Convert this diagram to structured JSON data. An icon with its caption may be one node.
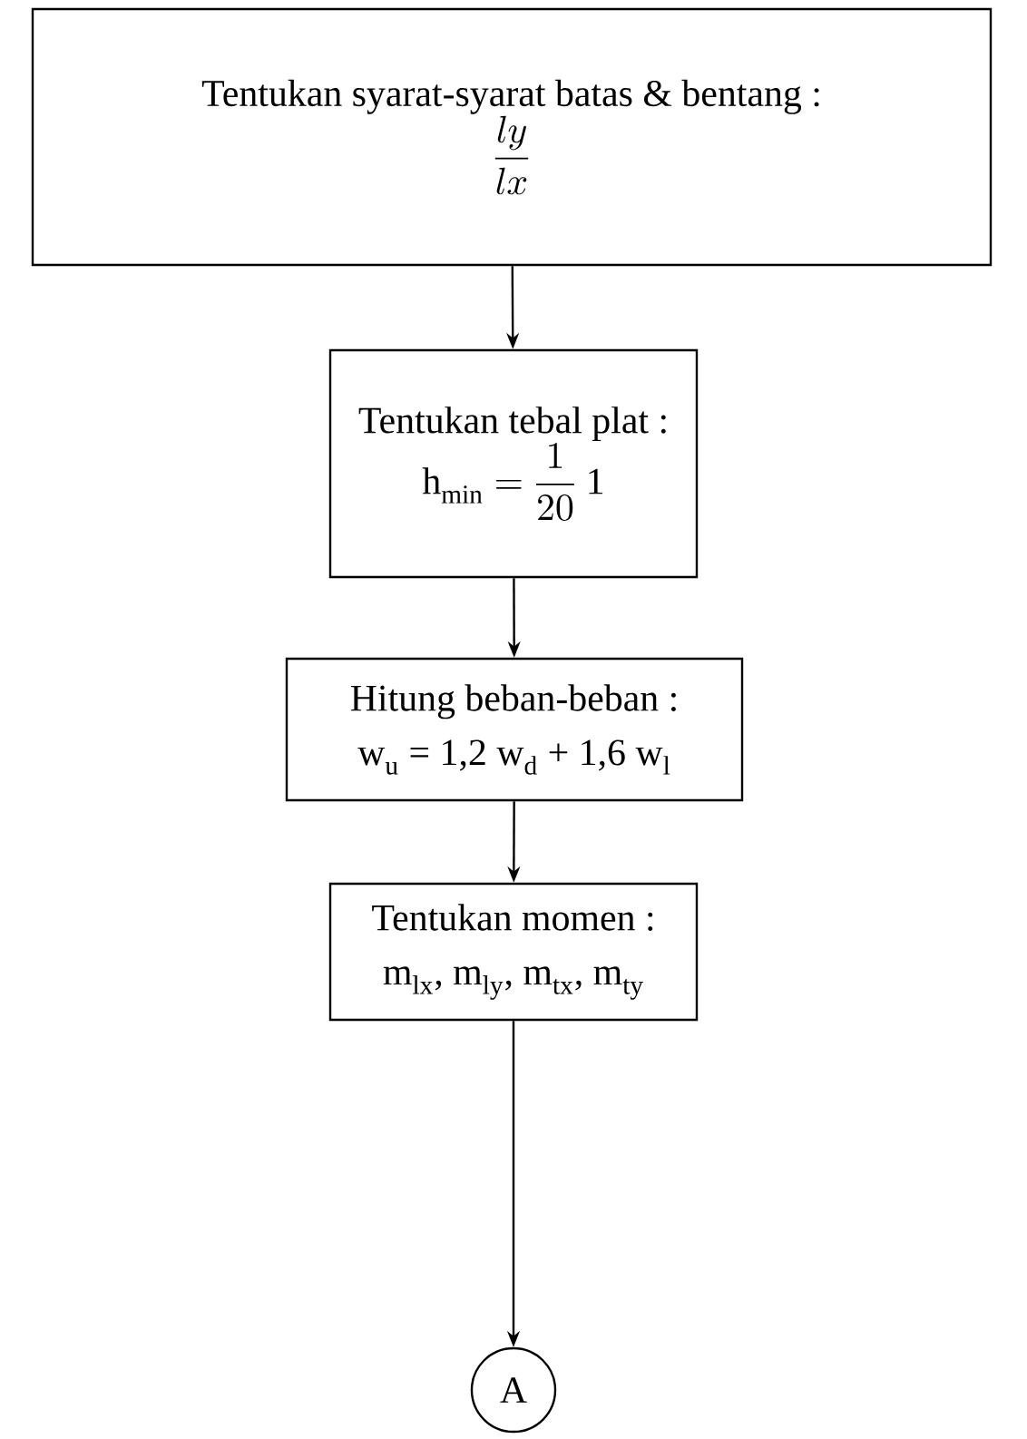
{
  "diagram": {
    "nodes": [
      {
        "text": [
          "Tentukan syarat-syarat  batas & bentang :",
          "\\frac{ly}{lx}"
        ]
      },
      {
        "text": [
          "Tentukan tebal plat :",
          "\\mathrm{h}_{\\mathrm{min}} = \\frac{1}{20}\\ \\mathrm{1}"
        ]
      },
      {
        "text": [
          "Hitung beban-beban :",
          "w$_{u}$ = 1,2 w$_{d}$ + 1,6 w$_{l}$"
        ]
      },
      {
        "text": [
          "Tentukan momen :",
          "m$_{lx}$, m$_{ly}$, m$_{tx}$, m$_{ty}$"
        ]
      },
      {
        "text": [
          "A"
        ]
      }
    ],
    "edges": [
      {
        "from": 0,
        "to": 1,
        "arrow": "to"
      },
      {
        "from": 1,
        "to": 2,
        "arrow": "to"
      },
      {
        "from": 2,
        "to": 3,
        "arrow": "to"
      },
      {
        "from": 3,
        "to": 4,
        "arrow": "to"
      }
    ]
  }
}
